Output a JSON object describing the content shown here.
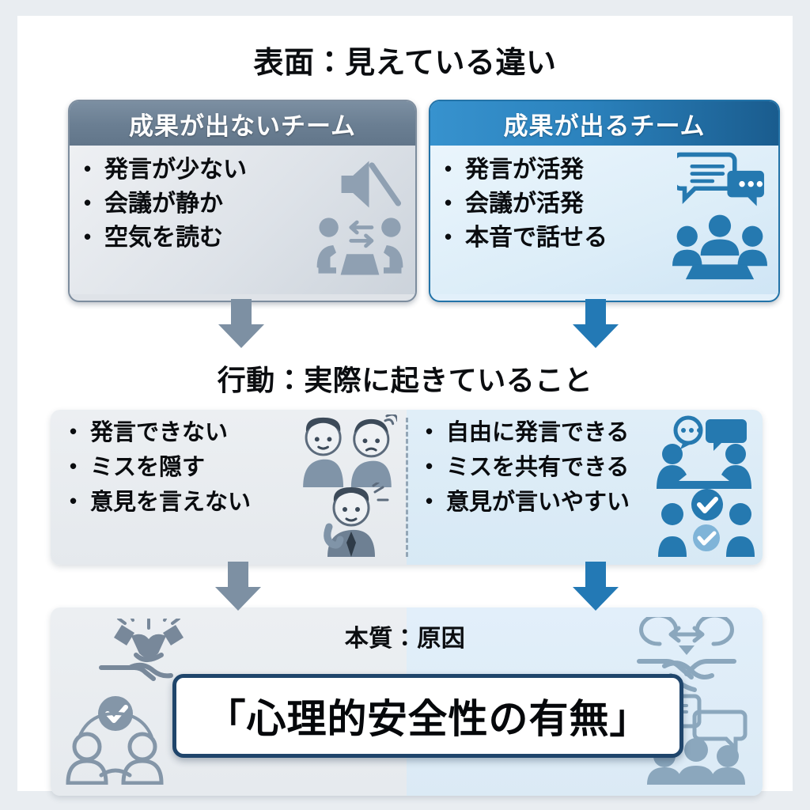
{
  "sections": {
    "surface": {
      "title": "表面：見えている違い",
      "cards": [
        {
          "id": "bad",
          "header": "成果が出ないチーム",
          "items": [
            "発言が少ない",
            "会議が静か",
            "空気を読む"
          ],
          "header_color": "#6a7e92",
          "body_color": "#dde2e8",
          "icons": [
            "muted-speaker-icon",
            "two-people-table-icon"
          ]
        },
        {
          "id": "good",
          "header": "成果が出るチーム",
          "items": [
            "発言が活発",
            "会議が活発",
            "本音で話せる"
          ],
          "header_color": "#2b82bd",
          "body_color": "#dcedf8",
          "icons": [
            "chat-bubbles-icon",
            "meeting-people-icon"
          ]
        }
      ]
    },
    "behavior": {
      "title": "行動：実際に起きていること",
      "panels": [
        {
          "id": "bad",
          "items": [
            "発言できない",
            "ミスを隠す",
            "意見を言えない"
          ],
          "background": "#e8ebee",
          "icons": [
            "two-worried-people-icon",
            "stressed-person-icon"
          ]
        },
        {
          "id": "good",
          "items": [
            "自由に発言できる",
            "ミスを共有できる",
            "意見が言いやすい"
          ],
          "background": "#dceaf4",
          "icons": [
            "people-talking-desk-icon",
            "team-check-icon"
          ]
        }
      ]
    },
    "essence": {
      "title": "本質：原因",
      "conclusion": "「心理的安全性の有無」",
      "box_border_color": "#1f456b",
      "left_background": "#e8ebee",
      "right_background": "#dceaf4",
      "left_icons": [
        "handshake-icon",
        "two-people-check-icon"
      ],
      "right_icons": [
        "handshake-exchange-icon",
        "group-chat-icon"
      ]
    }
  },
  "arrows": [
    {
      "name": "arrow-down-bad-1",
      "color": "#7d90a3"
    },
    {
      "name": "arrow-down-good-1",
      "color": "#2379b5"
    },
    {
      "name": "arrow-down-bad-2",
      "color": "#7d90a3"
    },
    {
      "name": "arrow-down-good-2",
      "color": "#2379b5"
    }
  ],
  "palette": {
    "page_border": "#e9edf1",
    "canvas": "#ffffff",
    "gray_accent": "#6a7e92",
    "blue_accent": "#2b82bd",
    "dark_blue": "#1f456b",
    "text": "#0a0c0f"
  }
}
